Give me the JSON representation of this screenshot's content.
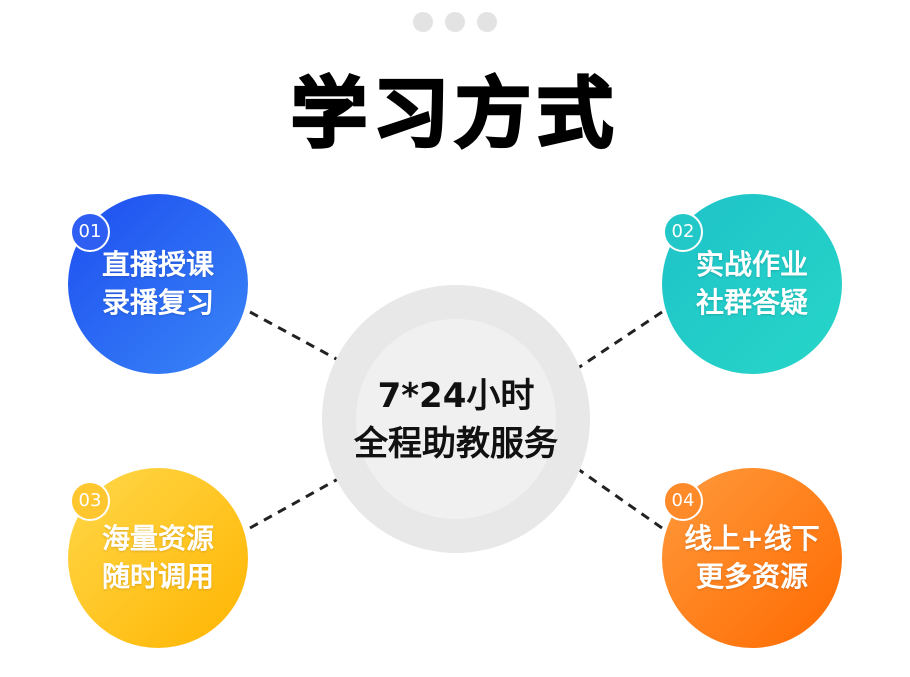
{
  "title": "学习方式",
  "center": {
    "line1": "7*24小时",
    "line2": "全程助教服务"
  },
  "nodes": [
    {
      "number": "01",
      "line1": "直播授课",
      "line2": "录播复习",
      "color": "#1d4ef0"
    },
    {
      "number": "02",
      "line1": "实战作业",
      "line2": "社群答疑",
      "color": "#1ec2c8"
    },
    {
      "number": "03",
      "line1": "海量资源",
      "line2": "随时调用",
      "color": "#ffc12a"
    },
    {
      "number": "04",
      "line1": "线上+线下",
      "line2": "更多资源",
      "color": "#ff7a14"
    }
  ],
  "connector_color": "#222222",
  "dots_color": "#e3e3e3"
}
